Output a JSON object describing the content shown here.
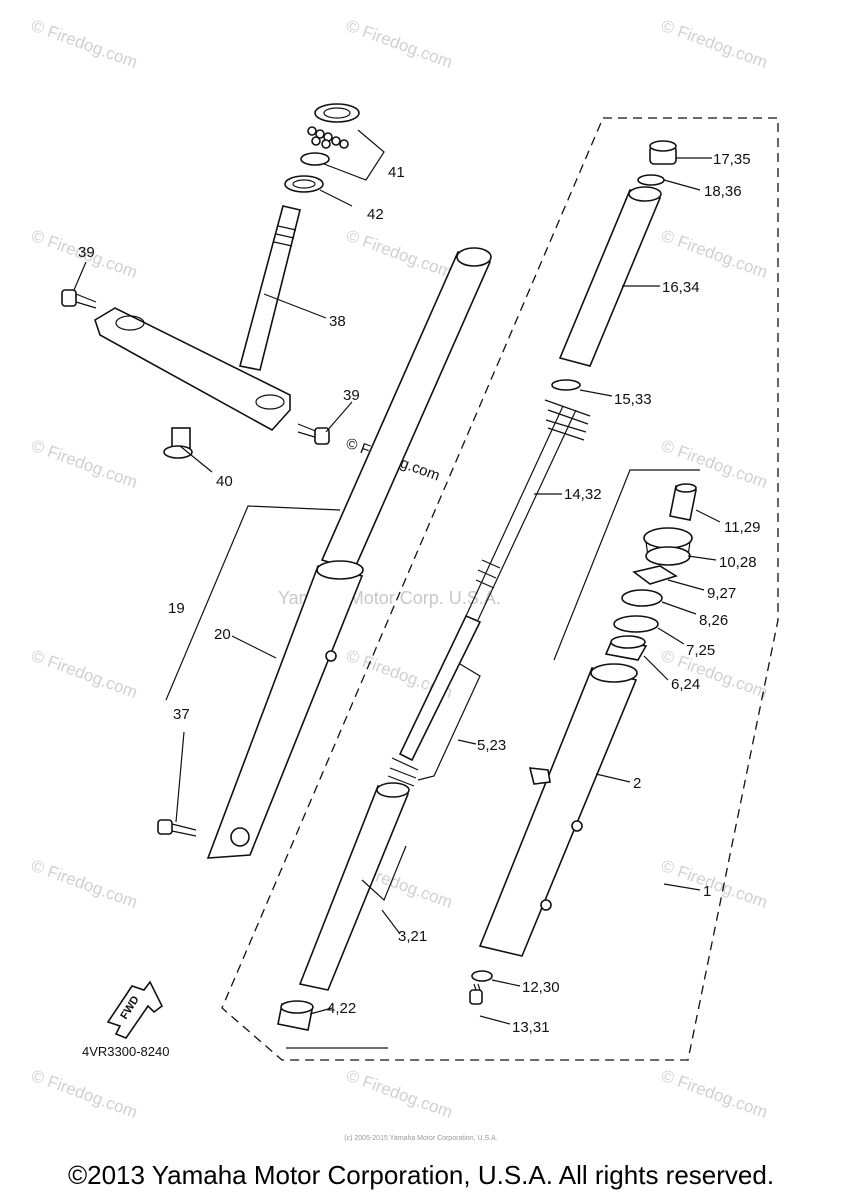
{
  "watermarks": {
    "firedog": "© Firedog.com",
    "center_overlay": "Yamaha Motor Corp. U.S.A.",
    "diagonal": "© Firedog.com"
  },
  "diagram": {
    "code": "4VR3300-8240",
    "fwd_label": "FWD",
    "callouts": [
      "41",
      "42",
      "39",
      "38",
      "39",
      "40",
      "19",
      "20",
      "37",
      "17,35",
      "18,36",
      "16,34",
      "15,33",
      "14,32",
      "11,29",
      "10,28",
      "9,27",
      "8,26",
      "7,25",
      "6,24",
      "2",
      "5,23",
      "1",
      "3,21",
      "12,30",
      "4,22",
      "13,31"
    ]
  },
  "footer": {
    "copyright": "©2013 Yamaha Motor Corporation, U.S.A. All rights reserved.",
    "small_copy": "(c) 2005-2015 Yamaha Motor Corporation, U.S.A."
  }
}
